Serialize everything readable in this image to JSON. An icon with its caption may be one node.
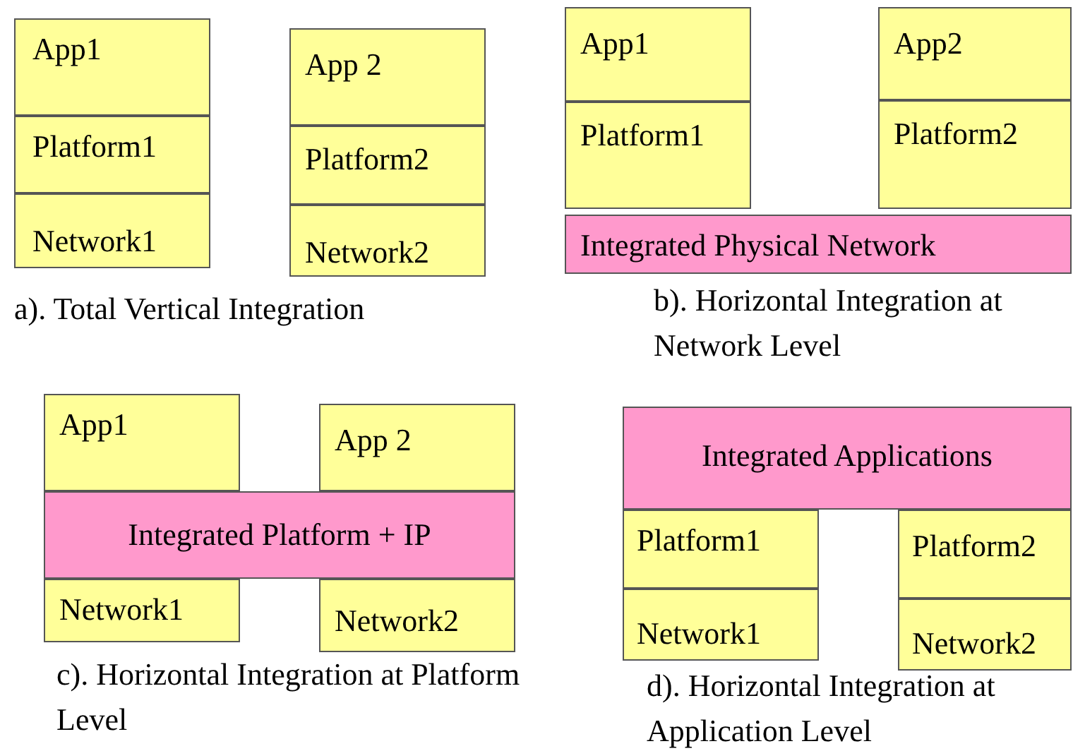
{
  "diagram": {
    "nodes": [
      {
        "text": [
          "App1"
        ]
      },
      {
        "text": [
          "Platform1"
        ]
      },
      {
        "text": [
          "Network1"
        ]
      },
      {
        "text": [
          "App 2"
        ]
      },
      {
        "text": [
          "Platform2"
        ]
      },
      {
        "text": [
          "Network2"
        ]
      },
      {
        "text": [
          "App1"
        ]
      },
      {
        "text": [
          "Platform1"
        ]
      },
      {
        "text": [
          "App2"
        ]
      },
      {
        "text": [
          "Platform2"
        ]
      },
      {
        "text": [
          "Integrated Physical Network"
        ]
      },
      {
        "text": [
          "App1"
        ]
      },
      {
        "text": [
          "App 2"
        ]
      },
      {
        "text": [
          "Integrated Platform + IP"
        ]
      },
      {
        "text": [
          "Network1"
        ]
      },
      {
        "text": [
          "Network2"
        ]
      },
      {
        "text": [
          "Integrated Applications"
        ]
      },
      {
        "text": [
          "Platform1"
        ]
      },
      {
        "text": [
          "Platform2"
        ]
      },
      {
        "text": [
          "Network1"
        ]
      },
      {
        "text": [
          "Network2"
        ]
      }
    ],
    "labels": [
      "a). Total Vertical Integration",
      "b). Horizontal Integration at Network Level",
      "c). Horizontal Integration at Platform Level",
      "d). Horizontal Integration at Application Level"
    ]
  }
}
